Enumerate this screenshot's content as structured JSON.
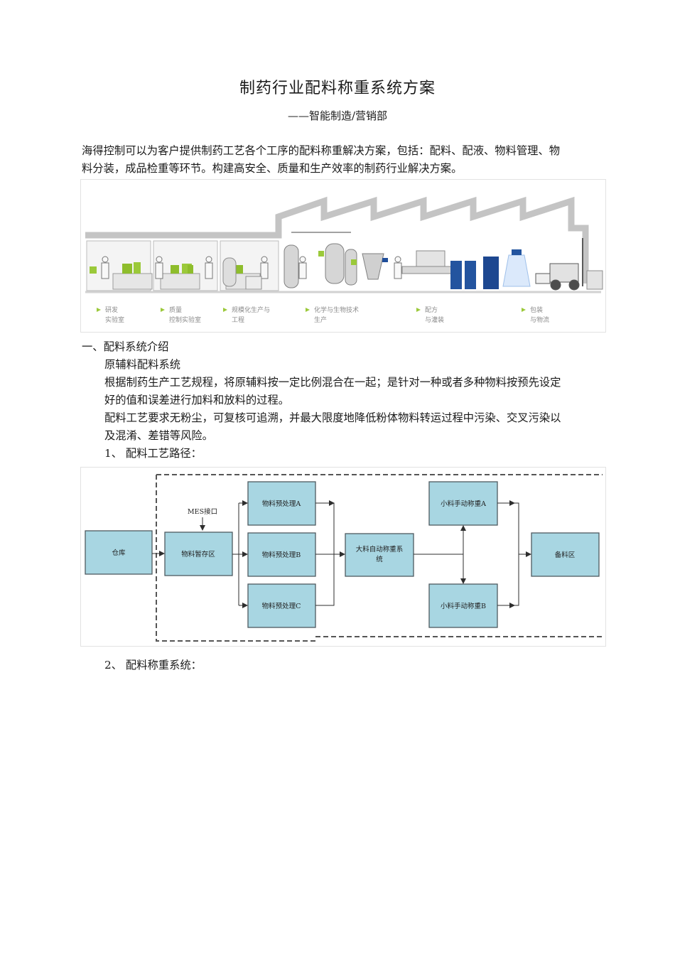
{
  "doc": {
    "title": "制药行业配料称重系统方案",
    "subtitle": "——智能制造/营销部",
    "intro_line1": "海得控制可以为客户提供制药工艺各个工序的配料称重解决方案，包括：配料、配液、物料管理、物",
    "intro_line2": "料分装，成品检重等环节。构建高安全、质量和生产效率的制药行业解决方案。",
    "section1_heading": "一、配料系统介绍",
    "subheading": "原辅料配料系统",
    "p1_line1": "根据制药生产工艺规程，将原辅料按一定比例混合在一起；是针对一种或者多种物料按预先设定",
    "p1_line2": "好的值和误差进行加料和放料的过程。",
    "p2_line1": "配料工艺要求无粉尘，可复核可追溯，并最大限度地降低粉体物料转运过程中污染、交叉污染以",
    "p2_line2": "及混淆、差错等风险。",
    "item1": "1、 配料工艺路径：",
    "item2": "2、 配料称重系统："
  },
  "factory_figure": {
    "stages": [
      {
        "line1": "研发",
        "line2": "实验室"
      },
      {
        "line1": "质量",
        "line2": "控制实验室"
      },
      {
        "line1": "规模化生产与",
        "line2": "工程"
      },
      {
        "line1": "化学与生物技术",
        "line2": "生产"
      },
      {
        "line1": "配方",
        "line2": "与灌装"
      },
      {
        "line1": "包装",
        "line2": "与物流"
      }
    ],
    "colors": {
      "accent_green": "#9bc93a",
      "equipment_blue": "#1f4e9a",
      "outline_gray": "#a3a3a3"
    }
  },
  "flow": {
    "warehouse": "仓库",
    "mes": "MES接口",
    "staging": "物料暂存区",
    "pre_a": "物料预处理A",
    "pre_b": "物料预处理B",
    "pre_c": "物料预处理C",
    "auto_line1": "大料自动称重系",
    "auto_line2": "统",
    "manual_a": "小料手动称重A",
    "manual_b": "小料手动称重B",
    "prep": "备料区",
    "colors": {
      "box_fill": "#a8d6e2",
      "box_border": "#4f5a60"
    }
  }
}
